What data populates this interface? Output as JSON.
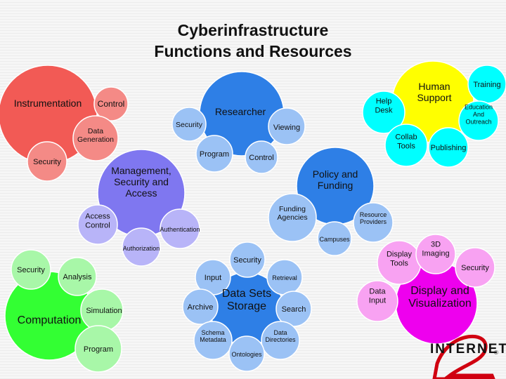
{
  "title": {
    "line1": "Cyberinfrastructure",
    "line2": "Functions and Resources"
  },
  "colors": {
    "red": "#f25a55",
    "salmon": "#f48a86",
    "blue": "#2e7fe6",
    "light_blue": "#9bc2f5",
    "violet": "#7f77f0",
    "lavender": "#b8b4f8",
    "yellow": "#ffff00",
    "cyan": "#00ffff",
    "green": "#33ff33",
    "light_green": "#a8f7a8",
    "magenta": "#ee00ee",
    "pink": "#f8a2f2"
  },
  "labels": {
    "instrumentation": "Instrumentation",
    "control_instr": "Control",
    "data_generation": "Data\nGeneration",
    "security_instr": "Security",
    "researcher": "Researcher",
    "security_research": "Security",
    "viewing": "Viewing",
    "program_research": "Program",
    "control_research": "Control",
    "help_desk": "Help\nDesk",
    "human_support": "Human\nSupport",
    "training": "Training",
    "education_outreach": "Education\nAnd\nOutreach",
    "collab_tools": "Collab\nTools",
    "publishing": "Publishing",
    "management": "Management,\nSecurity and\nAccess",
    "access_control": "Access\nControl",
    "authentication": "Authentication",
    "authorization": "Authorization",
    "policy_funding": "Policy and\nFunding",
    "funding_agencies": "Funding\nAgencies",
    "resource_providers": "Resource\nProviders",
    "campuses": "Campuses",
    "computation": "Computation",
    "security_comp": "Security",
    "analysis": "Analysis",
    "simulation": "Simulation",
    "program_comp": "Program",
    "data_sets_storage": "Data Sets\nStorage",
    "security_data": "Security",
    "input": "Input",
    "retrieval": "Retrieval",
    "archive": "Archive",
    "search": "Search",
    "schema_metadata": "Schema\nMetadata",
    "data_directories": "Data\nDirectories",
    "ontologies": "Ontologies",
    "display_visualization": "Display and\nVisualization",
    "display_tools": "Display\nTools",
    "imaging_3d": "3D\nImaging",
    "security_display": "Security",
    "data_input": "Data\nInput"
  },
  "logo": {
    "text": "INTERNET",
    "number": "2",
    "trademark": "®"
  }
}
